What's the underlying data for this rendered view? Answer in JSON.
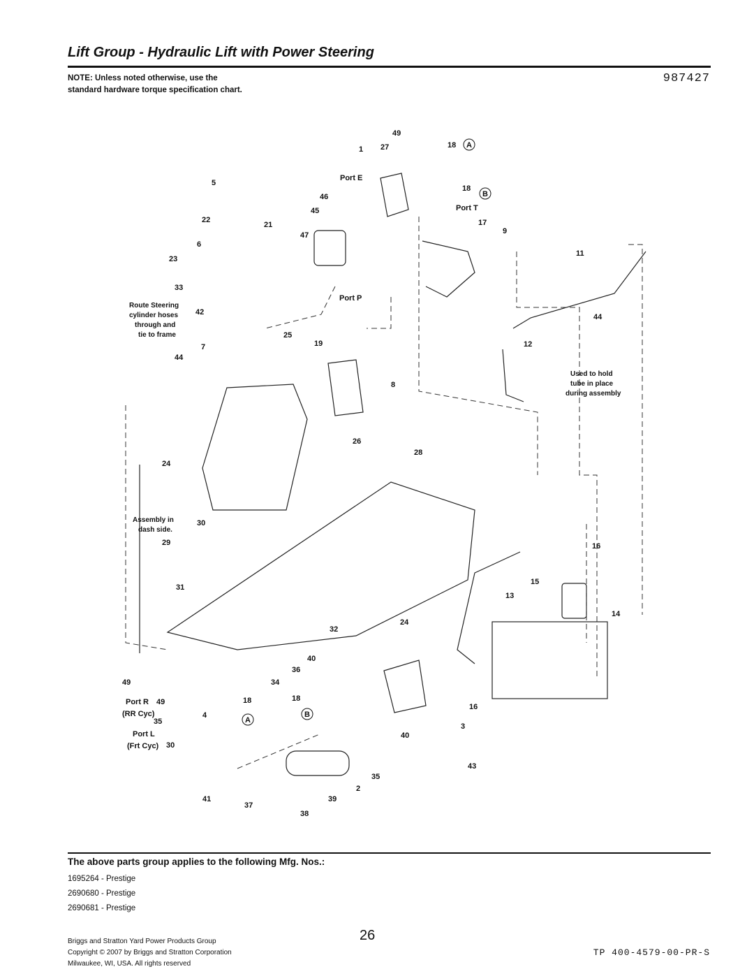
{
  "header": {
    "title": "Lift Group - Hydraulic Lift with Power Steering",
    "part_number": "987427",
    "note": "NOTE: Unless noted otherwise, use the standard hardware torque specification chart."
  },
  "diagram": {
    "callouts": [
      "49",
      "1",
      "27",
      "18",
      "A",
      "5",
      "Port E",
      "46",
      "18",
      "B",
      "45",
      "Port T",
      "22",
      "21",
      "47",
      "17",
      "9",
      "6",
      "11",
      "23",
      "33",
      "Port P",
      "Route Steering",
      "cylinder hoses",
      "through and",
      "tie to frame",
      "42",
      "44",
      "7",
      "25",
      "19",
      "12",
      "44",
      "Used to hold",
      "tube in place",
      "during assembly",
      "8",
      "26",
      "28",
      "24",
      "Assembly in",
      "dash side.",
      "30",
      "29",
      "16",
      "15",
      "31",
      "13",
      "14",
      "32",
      "24",
      "40",
      "36",
      "49",
      "34",
      "Port R",
      "49",
      "(RR Cyc)",
      "18",
      "18",
      "4",
      "A",
      "B",
      "16",
      "35",
      "3",
      "40",
      "Port L",
      "30",
      "(Frt Cyc)",
      "35",
      "43",
      "41",
      "37",
      "39",
      "2",
      "38"
    ]
  },
  "applies": {
    "heading": "The above parts group applies to the following Mfg. Nos.:",
    "items": [
      "1695264 - Prestige",
      "2690680 - Prestige",
      "2690681 - Prestige"
    ]
  },
  "footer": {
    "company": "Briggs and Stratton Yard Power Products Group",
    "copyright": "Copyright © 2007 by Briggs and Stratton Corporation",
    "location": "Milwaukee, WI, USA. All rights reserved",
    "page": "26",
    "doc_id": "TP 400-4579-00-PR-S"
  }
}
